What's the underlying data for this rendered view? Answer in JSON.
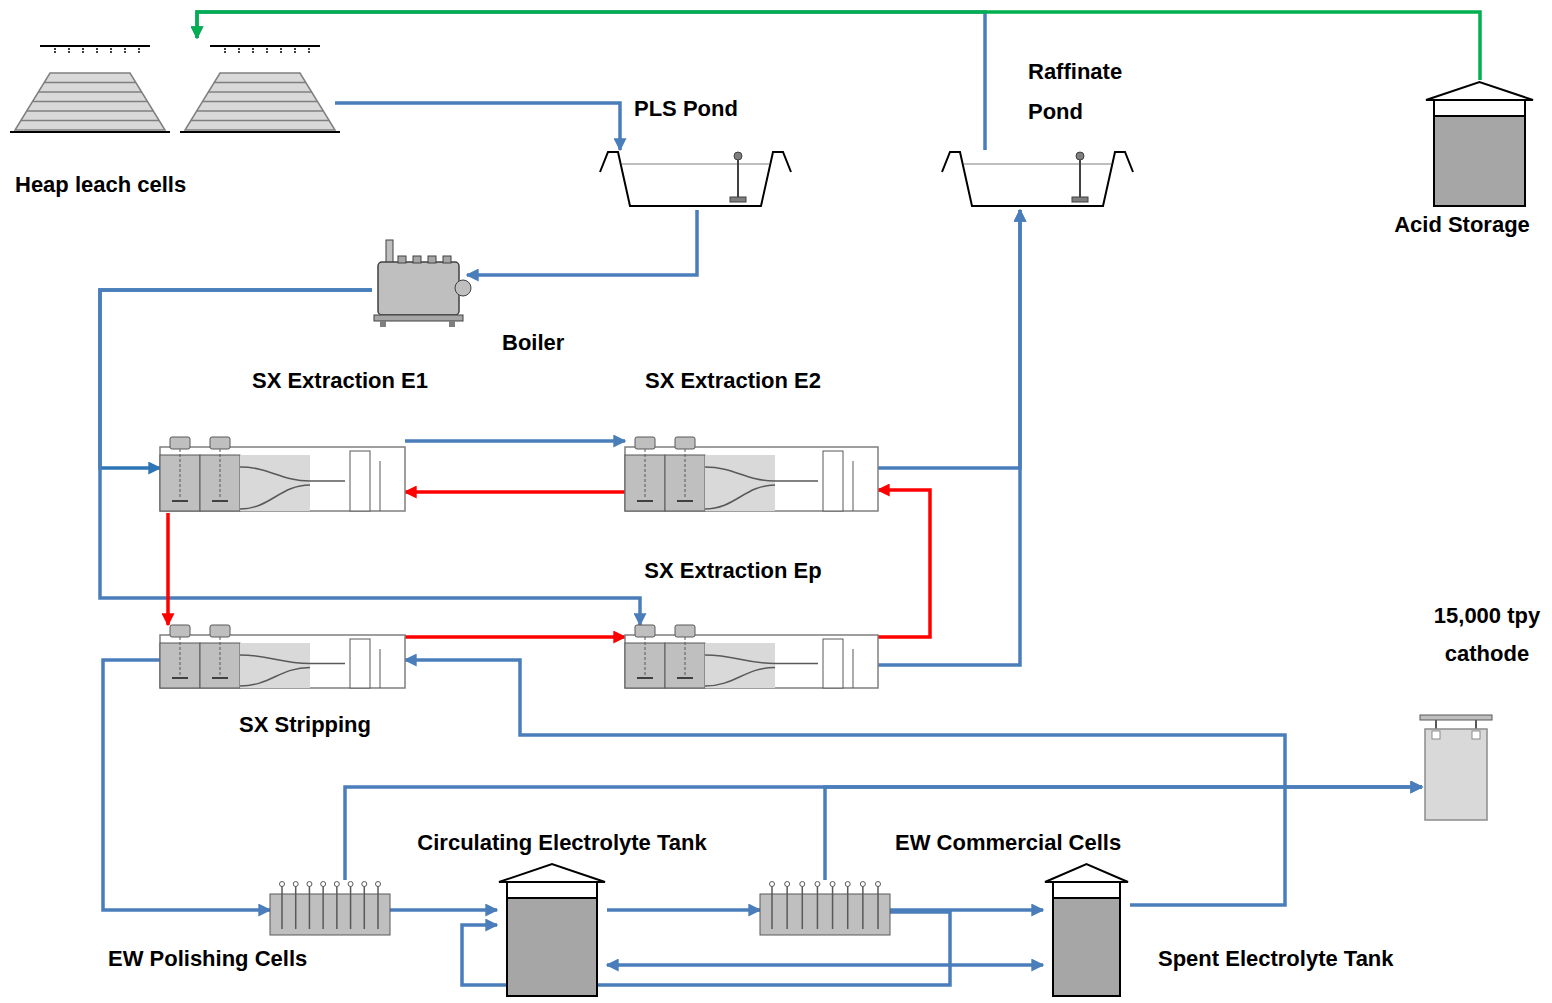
{
  "diagram": {
    "nodes": [
      {
        "text": [
          "Heap leach cells"
        ]
      },
      {
        "text": [
          "PLS Pond"
        ]
      },
      {
        "text": [
          "Raffinate Pond"
        ]
      },
      {
        "text": [
          "Acid Storage"
        ]
      },
      {
        "text": [
          "Boiler"
        ]
      },
      {
        "text": [
          "SX Extraction E1"
        ]
      },
      {
        "text": [
          "SX Extraction E2"
        ]
      },
      {
        "text": [
          "SX Extraction Ep"
        ]
      },
      {
        "text": [
          "SX Stripping"
        ]
      },
      {
        "text": [
          "15,000 tpy cathode"
        ]
      },
      {
        "text": [
          "EW Polishing Cells"
        ]
      },
      {
        "text": [
          "Circulating Electrolyte Tank"
        ]
      },
      {
        "text": [
          "EW Commercial Cells"
        ]
      },
      {
        "text": [
          "Spent Electrolyte Tank"
        ]
      }
    ],
    "edges": [
      {
        "from": 2,
        "to": 0,
        "arrow": "to"
      },
      {
        "from": 3,
        "to": 0,
        "arrow": "to"
      },
      {
        "from": 0,
        "to": 1,
        "arrow": "to"
      },
      {
        "from": 1,
        "to": 4,
        "arrow": "to"
      },
      {
        "from": 4,
        "to": 5,
        "arrow": "to"
      },
      {
        "from": 4,
        "to": 7,
        "arrow": "to"
      },
      {
        "from": 5,
        "to": 6,
        "arrow": "to"
      },
      {
        "from": 6,
        "to": 2,
        "arrow": "to"
      },
      {
        "from": 7,
        "to": 2,
        "arrow": "to"
      },
      {
        "from": 6,
        "to": 5,
        "arrow": "to"
      },
      {
        "from": 5,
        "to": 8,
        "arrow": "to"
      },
      {
        "from": 8,
        "to": 7,
        "arrow": "to"
      },
      {
        "from": 7,
        "to": 6,
        "arrow": "to"
      },
      {
        "from": 8,
        "to": 10,
        "arrow": "to"
      },
      {
        "from": 13,
        "to": 8,
        "arrow": "to"
      },
      {
        "from": 10,
        "to": 9,
        "arrow": "to"
      },
      {
        "from": 12,
        "to": 9,
        "arrow": "to"
      },
      {
        "from": 10,
        "to": 11,
        "arrow": "to"
      },
      {
        "from": 12,
        "to": 11,
        "arrow": "to"
      },
      {
        "from": 11,
        "to": 12,
        "arrow": "to"
      },
      {
        "from": 12,
        "to": 13,
        "arrow": "to"
      },
      {
        "from": 11,
        "to": 13,
        "arrow": "both"
      }
    ]
  }
}
